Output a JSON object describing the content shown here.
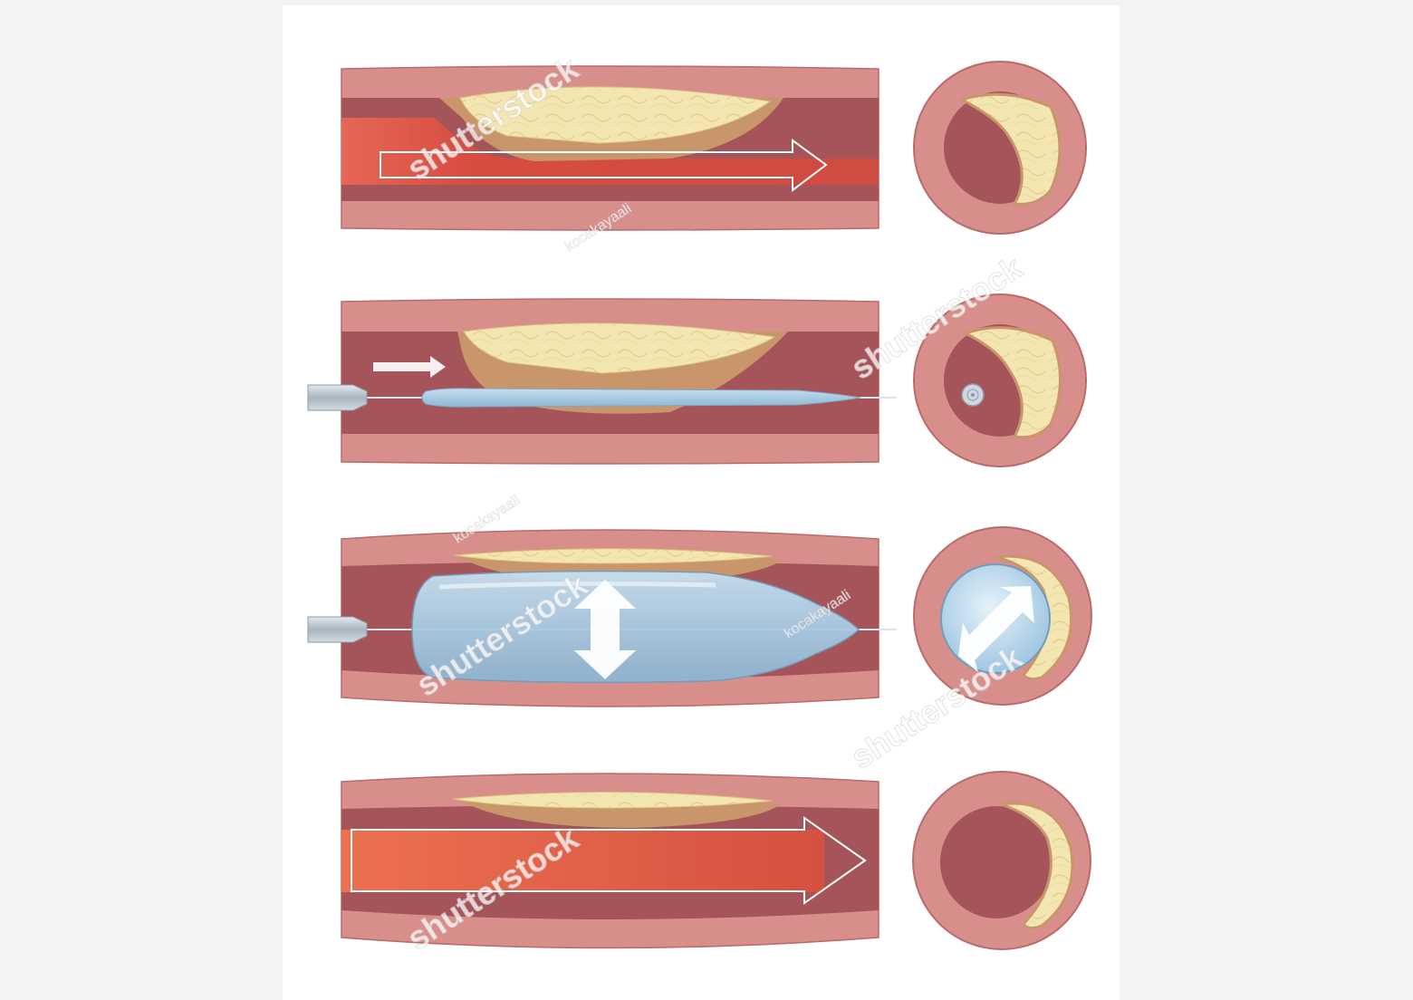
{
  "colors": {
    "background": "#f2f3f5",
    "panel": "#ffffff",
    "vessel_wall": "#d88f8c",
    "vessel_wall_stroke": "#b96a6a",
    "lumen": "#a5555a",
    "plaque_fat": "#f4e6b2",
    "plaque_fibrous": "#c9966c",
    "blood_flow": "#e0473a",
    "balloon": "#a9cde6",
    "catheter": "#b9c3cd",
    "arrow": "#ffffff"
  },
  "icons": [
    "blood-flow-arrow",
    "double-headed-arrow-icon",
    "diagonal-expansion-arrow-icon",
    "catheter-tip",
    "guidewire"
  ],
  "watermark": {
    "brand": "shutterstock",
    "credit": "kocakayaali"
  }
}
